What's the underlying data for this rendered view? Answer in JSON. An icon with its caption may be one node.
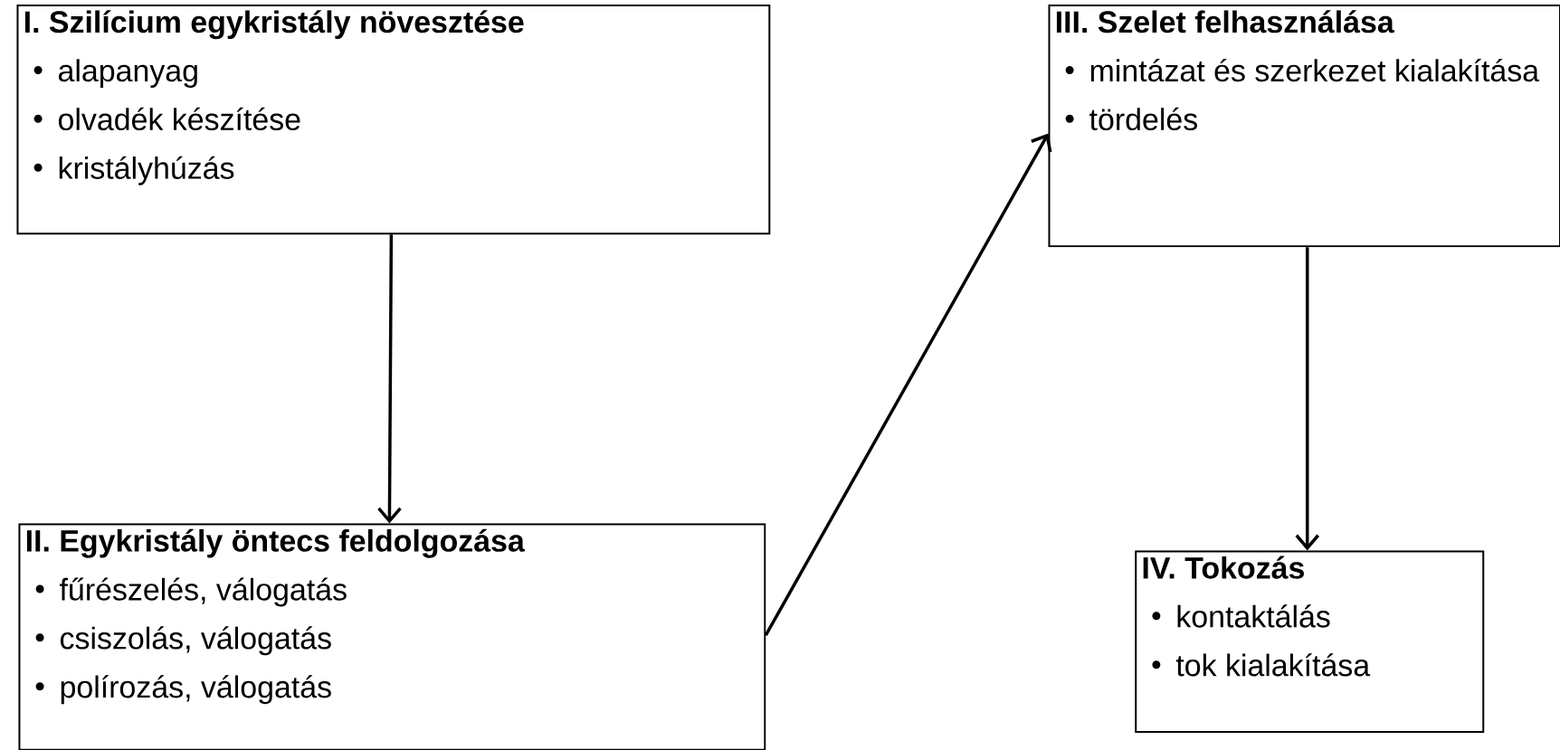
{
  "diagram": {
    "nodes": [
      {
        "text": [
          "I. Szilícium egykristály növesztése",
          "alapanyag",
          "olvadék készítése",
          "kristályhúzás"
        ]
      },
      {
        "text": [
          "II. Egykristály öntecs feldolgozása",
          "fűrészelés, válogatás",
          "csiszolás, válogatás",
          "polírozás, válogatás"
        ]
      },
      {
        "text": [
          "III. Szelet felhasználása",
          "mintázat és szerkezet kialakítása",
          "tördelés"
        ]
      },
      {
        "text": [
          "IV. Tokozás",
          "kontaktálás",
          "tok kialakítása"
        ]
      }
    ],
    "edges": [
      {
        "from": 0,
        "to": 1,
        "arrow": "to"
      },
      {
        "from": 1,
        "to": 2,
        "arrow": "to"
      },
      {
        "from": 2,
        "to": 3,
        "arrow": "to"
      }
    ]
  }
}
